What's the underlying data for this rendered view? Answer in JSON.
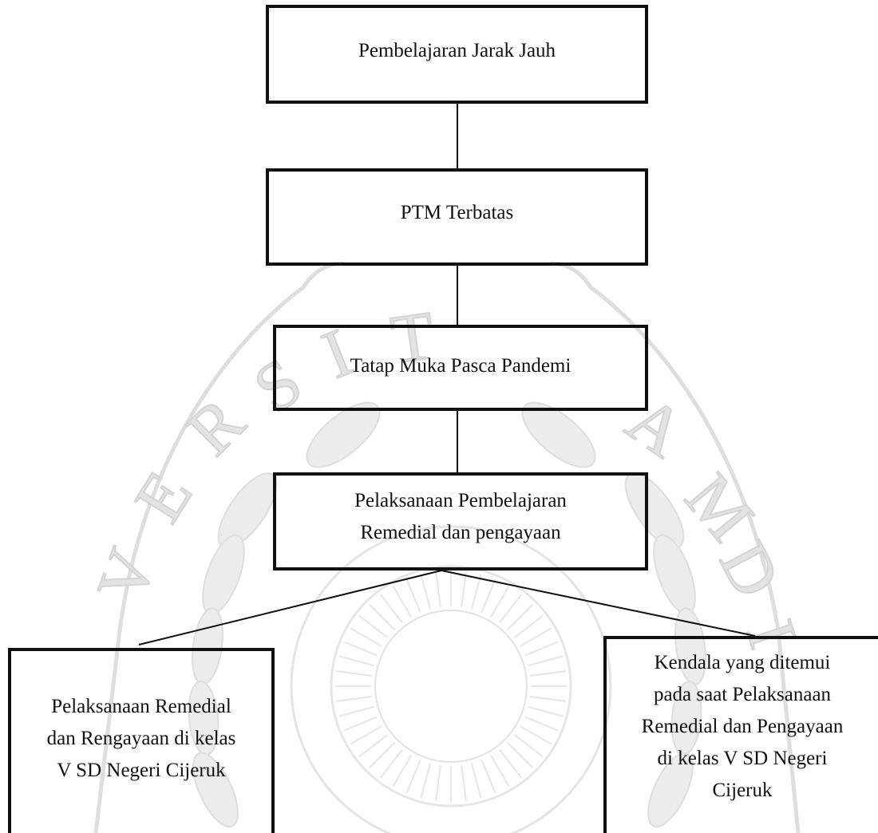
{
  "diagram": {
    "nodes": [
      {
        "id": "box1",
        "label": "Pembelajaran Jarak Jauh"
      },
      {
        "id": "box2",
        "label": "PTM Terbatas"
      },
      {
        "id": "box3",
        "label": "Tatap Muka Pasca Pandemi"
      },
      {
        "id": "box4",
        "label": "Pelaksanaan Pembelajaran\nRemedial dan pengayaan"
      },
      {
        "id": "box5",
        "label": "Pelaksanaan Remedial\ndan Rengayaan di kelas\nV SD Negeri Cijeruk"
      },
      {
        "id": "box6",
        "label": "Kendala yang ditemui\npada saat Pelaksanaan\nRemedial dan Pengayaan\ndi kelas V SD Negeri\nCijeruk"
      }
    ],
    "edges": [
      {
        "from": "box1",
        "to": "box2"
      },
      {
        "from": "box2",
        "to": "box3"
      },
      {
        "from": "box3",
        "to": "box4"
      },
      {
        "from": "box4",
        "to": "box5"
      },
      {
        "from": "box4",
        "to": "box6"
      }
    ],
    "watermark_letters": [
      "V",
      "E",
      "R",
      "S",
      "I",
      "T",
      "A",
      "M",
      "D",
      "I"
    ],
    "colors": {
      "line": "#111111",
      "watermark": "#d9d9d9"
    }
  }
}
